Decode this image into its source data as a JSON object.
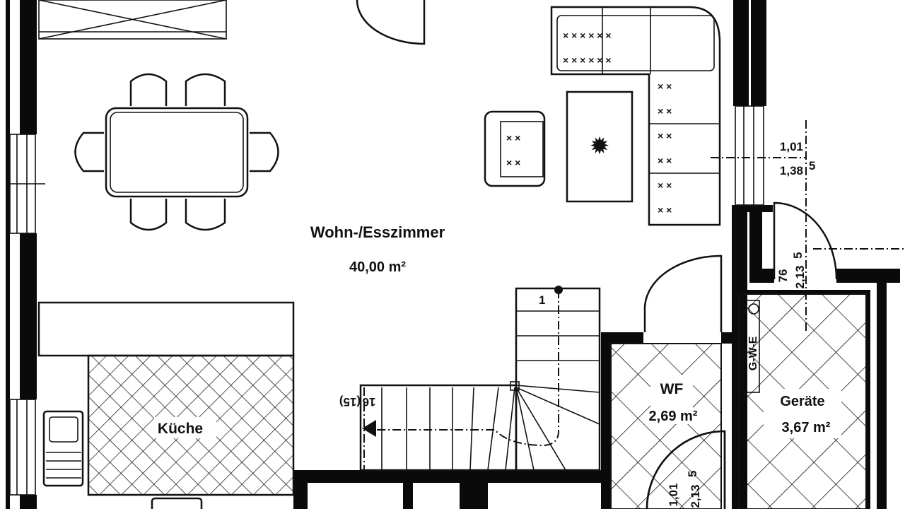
{
  "plan": {
    "rooms": {
      "living": {
        "name": "Wohn-/Esszimmer",
        "area": "40,00 m²"
      },
      "kitchen": {
        "name": "Küche"
      },
      "wc": {
        "name": "WF",
        "area": "2,69 m²"
      },
      "utility": {
        "name": "Geräte",
        "area": "3,67 m²"
      }
    },
    "labels": {
      "gwe": "G-W-E",
      "stair_count": "(15)",
      "stair_step": "16",
      "stair_top": "1"
    },
    "dimensions": {
      "window_right_w": "1,01",
      "window_right_h": "1,38",
      "window_right_sup": "5",
      "door_utility_w": "76",
      "door_utility_h": "2,13",
      "door_utility_sup": "5",
      "door_wc_w": "1,01",
      "door_wc_h": "2,13",
      "door_wc_sup": "5"
    },
    "colors": {
      "ink": "#111111",
      "paper": "#ffffff"
    }
  }
}
